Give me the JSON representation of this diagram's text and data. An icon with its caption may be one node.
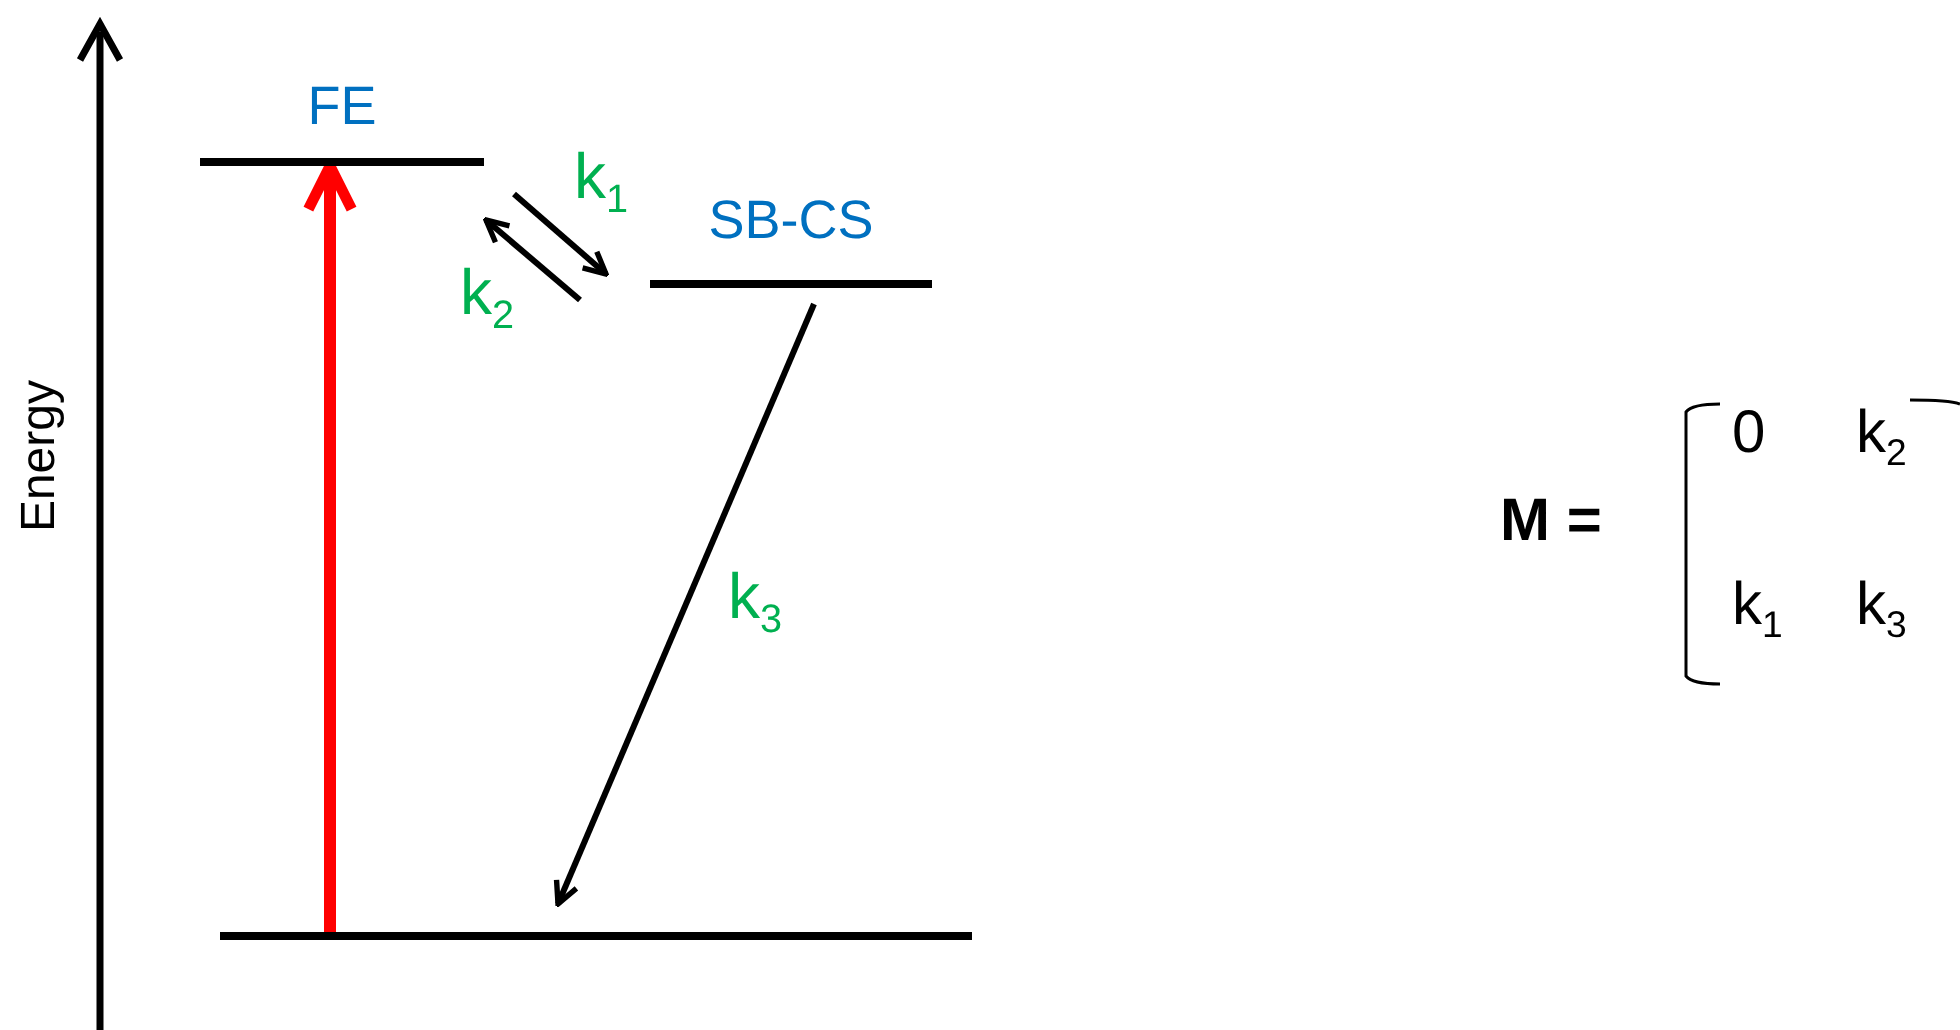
{
  "diagram": {
    "nodes": [
      {
        "text": [
          "FE"
        ]
      },
      {
        "text": [
          "SB-CS"
        ]
      },
      {
        "text": [],
        "shape": "bar"
      }
    ],
    "edges": [
      {
        "from": 2,
        "to": 0,
        "arrow": "to",
        "style": "thick",
        "color": "#ff0000"
      },
      {
        "from": 0,
        "to": 1,
        "arrow": "to",
        "label": "k$_{1}$"
      },
      {
        "from": 1,
        "to": 0,
        "arrow": "to",
        "label": "k$_{2}$"
      },
      {
        "from": 1,
        "to": 2,
        "arrow": "to",
        "label": "k$_{3}$"
      }
    ],
    "labels": [
      "Energy",
      "M =",
      "0",
      "k$_{2}$",
      "k$_{1}$",
      "k$_{3}$"
    ]
  }
}
